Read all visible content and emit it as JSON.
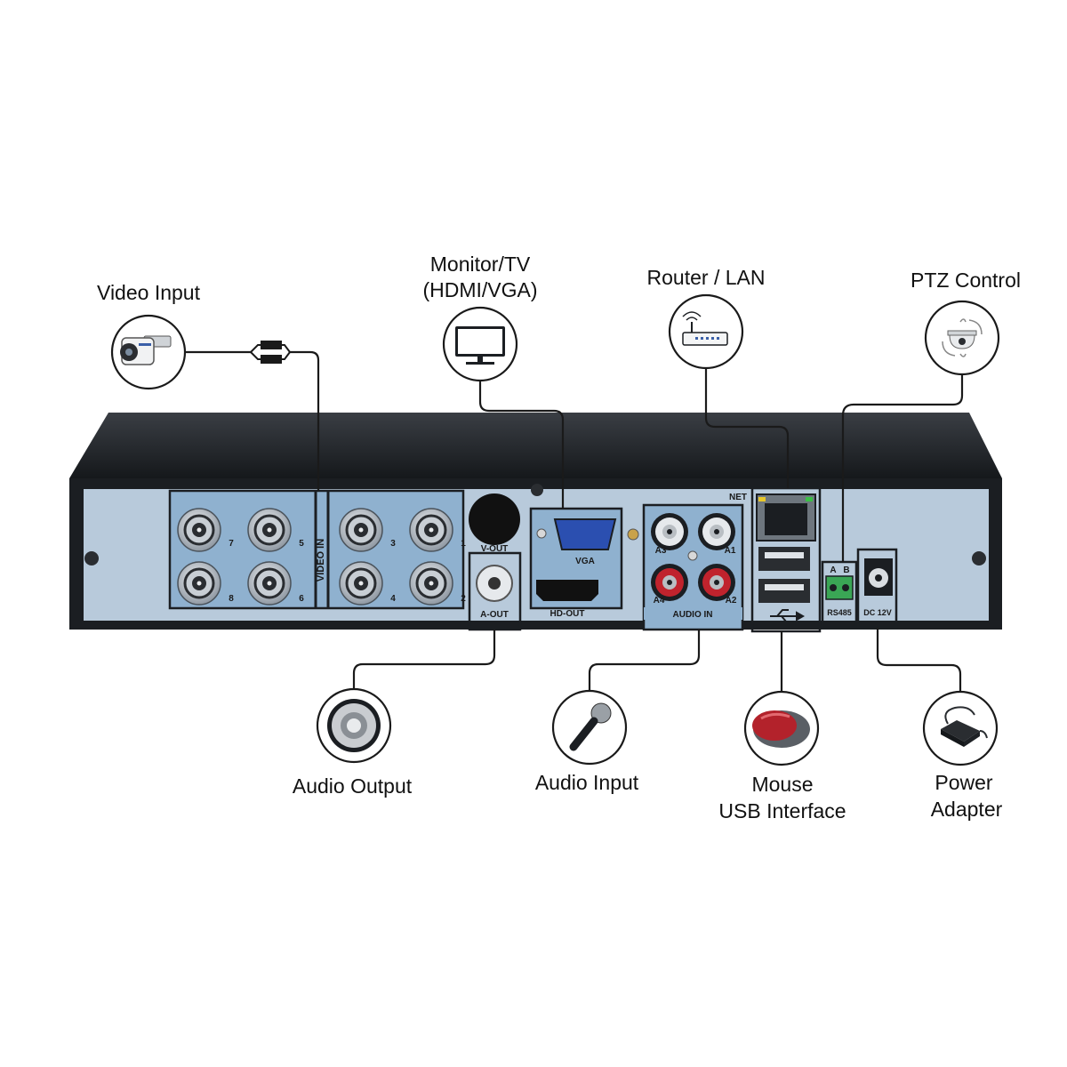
{
  "callouts": {
    "video_input": [
      "Video Input"
    ],
    "monitor": [
      "Monitor/TV",
      "(HDMI/VGA)"
    ],
    "router": [
      "Router / LAN"
    ],
    "ptz": [
      "PTZ Control"
    ],
    "audio_output": [
      "Audio Output"
    ],
    "audio_input": [
      "Audio Input"
    ],
    "mouse": [
      "Mouse",
      "USB Interface"
    ],
    "power": [
      "Power",
      "Adapter"
    ]
  },
  "panel": {
    "video_in": "VIDEO IN",
    "bnc_numbers": [
      "7",
      "5",
      "3",
      "1",
      "8",
      "6",
      "4",
      "2"
    ],
    "v_out": "V-OUT",
    "a_out": "A-OUT",
    "vga": "VGA",
    "hd_out": "HD-OUT",
    "audio_in": "AUDIO IN",
    "audio_ports": [
      "A3",
      "A1",
      "A4",
      "A2"
    ],
    "net": "NET",
    "rs485_pins": [
      "A",
      "B"
    ],
    "rs485": "RS485",
    "dc": "DC 12V"
  },
  "colors": {
    "chassis": "#1b1e22",
    "panel": "#b8cadb",
    "port_box": "#8fb1cf",
    "rca_red": "#c0232d"
  }
}
